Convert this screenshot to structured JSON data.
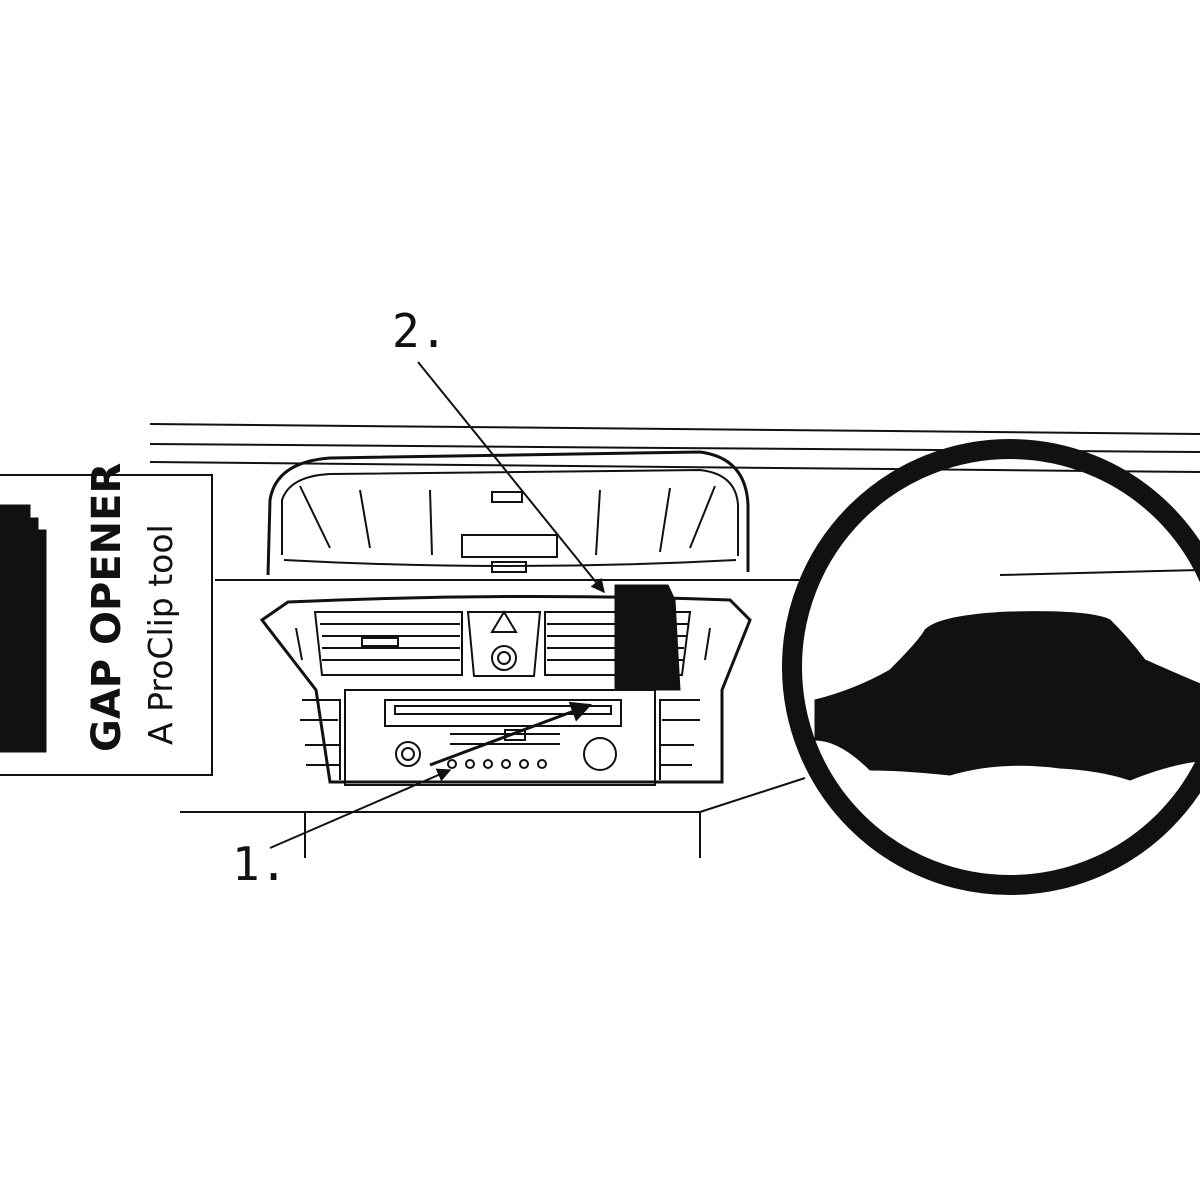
{
  "tool_card": {
    "title": "GAP OPENER",
    "subtitle": "A ProClip tool"
  },
  "callouts": [
    {
      "id": "1",
      "label": "1."
    },
    {
      "id": "2",
      "label": "2."
    }
  ],
  "colors": {
    "ink": "#111111",
    "background": "#ffffff"
  }
}
